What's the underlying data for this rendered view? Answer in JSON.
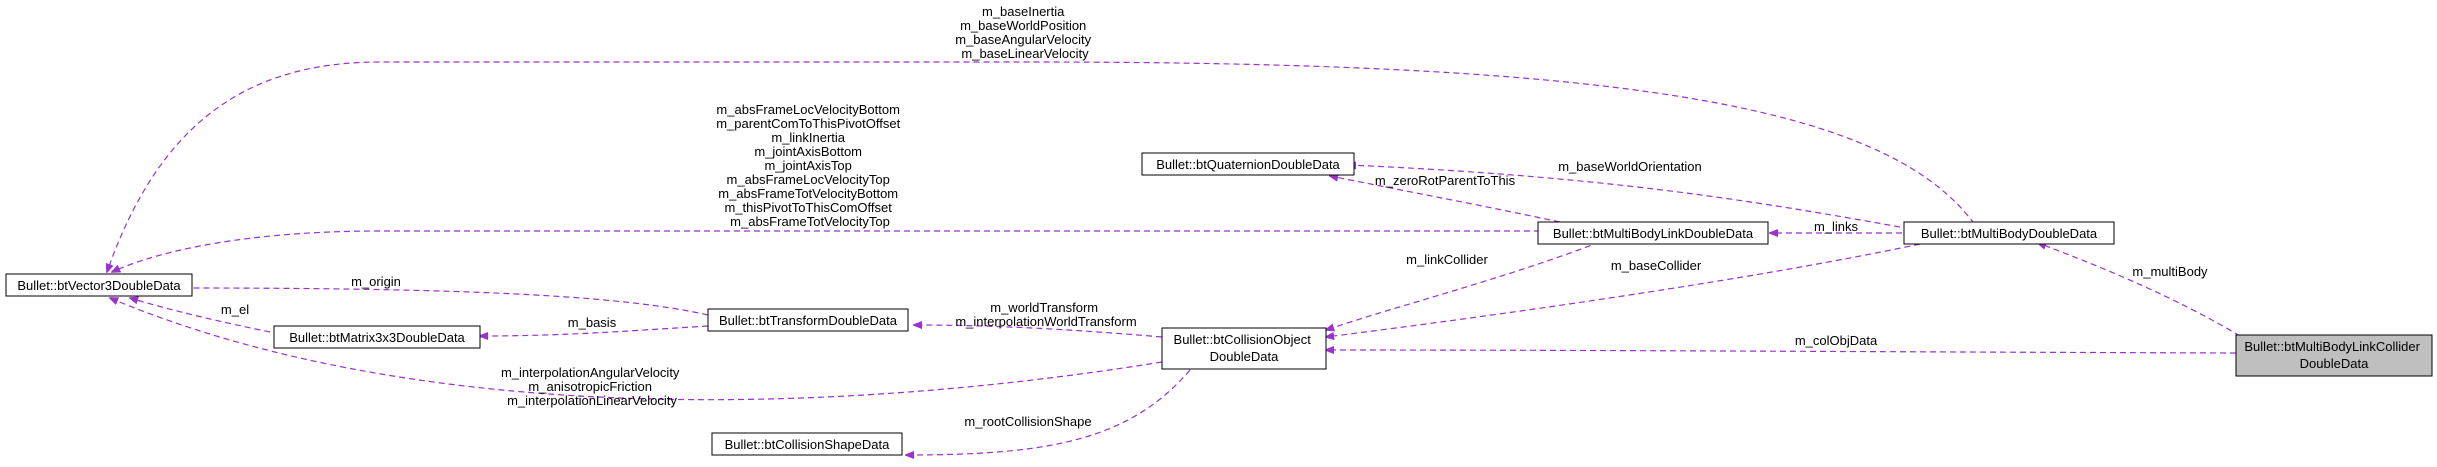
{
  "nodes": {
    "vector3": {
      "lines": [
        "Bullet::btVector3DoubleData"
      ]
    },
    "matrix3x3": {
      "lines": [
        "Bullet::btMatrix3x3DoubleData"
      ]
    },
    "transform": {
      "lines": [
        "Bullet::btTransformDoubleData"
      ]
    },
    "collision_shape": {
      "lines": [
        "Bullet::btCollisionShapeData"
      ]
    },
    "quaternion": {
      "lines": [
        "Bullet::btQuaternionDoubleData"
      ]
    },
    "collision_object": {
      "lines": [
        "Bullet::btCollisionObject",
        "DoubleData"
      ]
    },
    "link": {
      "lines": [
        "Bullet::btMultiBodyLinkDoubleData"
      ]
    },
    "multibody": {
      "lines": [
        "Bullet::btMultiBodyDoubleData"
      ]
    },
    "link_collider": {
      "lines": [
        "Bullet::btMultiBodyLinkCollider",
        "DoubleData"
      ]
    }
  },
  "edges": {
    "multibody_to_vector3": {
      "labels": [
        "m_baseInertia",
        "m_baseWorldPosition",
        "m_baseAngularVelocity",
        "m_baseLinearVelocity"
      ]
    },
    "link_to_vector3": {
      "labels": [
        "m_absFrameLocVelocityBottom",
        "m_parentComToThisPivotOffset",
        "m_linkInertia",
        "m_jointAxisBottom",
        "m_jointAxisTop",
        "m_absFrameLocVelocityTop",
        "m_absFrameTotVelocityBottom",
        "m_thisPivotToThisComOffset",
        "m_absFrameTotVelocityTop"
      ]
    },
    "transform_to_vector3": {
      "labels": [
        "m_origin"
      ]
    },
    "matrix_to_vector3": {
      "labels": [
        "m_el"
      ]
    },
    "transform_to_matrix": {
      "labels": [
        "m_basis"
      ]
    },
    "collobj_to_transform": {
      "labels": [
        "m_worldTransform",
        "m_interpolationWorldTransform"
      ]
    },
    "collobj_to_vector3": {
      "labels": [
        "m_interpolationAngularVelocity",
        "m_anisotropicFriction",
        "m_interpolationLinearVelocity"
      ]
    },
    "collobj_to_shape": {
      "labels": [
        "m_rootCollisionShape"
      ]
    },
    "multibody_to_quaternion": {
      "labels": [
        "m_baseWorldOrientation"
      ]
    },
    "link_to_quaternion": {
      "labels": [
        "m_zeroRotParentToThis"
      ]
    },
    "link_to_collobj": {
      "labels": [
        "m_linkCollider"
      ]
    },
    "multibody_to_link": {
      "labels": [
        "m_links"
      ]
    },
    "multibody_to_collobj": {
      "labels": [
        "m_baseCollider"
      ]
    },
    "collider_to_multibody": {
      "labels": [
        "m_multiBody"
      ]
    },
    "collider_to_collobj": {
      "labels": [
        "m_colObjData"
      ]
    }
  },
  "colors": {
    "edge": "#9a32cd",
    "node_border": "#000000",
    "highlight_fill": "#bfbfbf"
  }
}
